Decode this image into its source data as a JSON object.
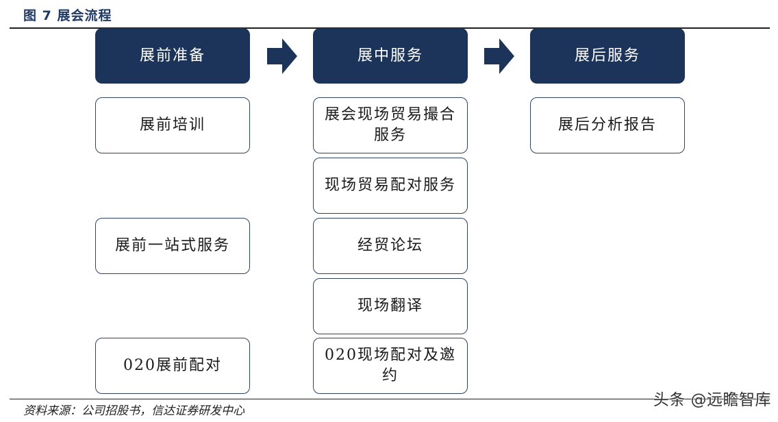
{
  "title": "图 7 展会流程",
  "columns": [
    {
      "header": "展前准备",
      "items": [
        "展前培训",
        "展前一站式服务",
        "020展前配对"
      ]
    },
    {
      "header": "展中服务",
      "items": [
        "展会现场贸易撮合服务",
        "现场贸易配对服务",
        "经贸论坛",
        "现场翻译",
        "020现场配对及邀约"
      ]
    },
    {
      "header": "展后服务",
      "items": [
        "展后分析报告"
      ]
    }
  ],
  "source": "资料来源：公司招股书，信达证券研发中心",
  "watermark": "头条 @远瞻智库",
  "colors": {
    "header_bg": "#1c3459",
    "title": "#1f3864",
    "border": "#2e4266"
  }
}
